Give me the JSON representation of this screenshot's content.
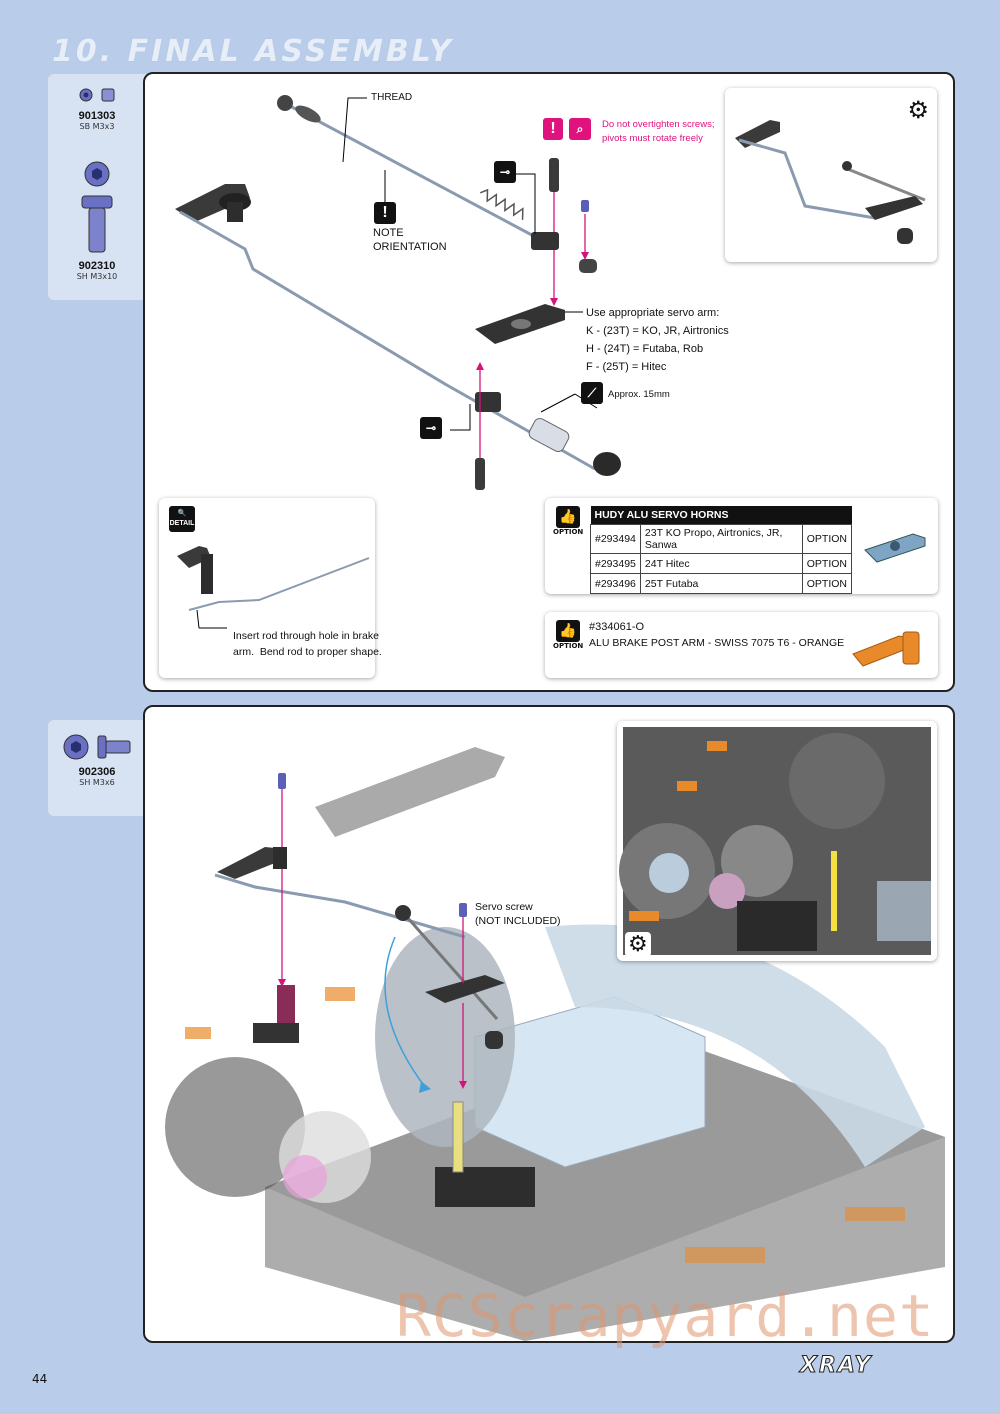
{
  "page": {
    "section_title": "10. FINAL ASSEMBLY",
    "page_number": "44",
    "brand": "XRAY",
    "watermark": "RCScrapyard.net"
  },
  "parts_top": [
    {
      "number": "901303",
      "desc": "SB M3x3"
    },
    {
      "number": "902310",
      "desc": "SH M3x10"
    }
  ],
  "parts_bottom": [
    {
      "number": "902306",
      "desc": "SH M3x6"
    }
  ],
  "step1": {
    "thread_label": "THREAD",
    "note_label": "NOTE\nORIENTATION",
    "warning_label": "Do not overtighten screws;\npivots must rotate freely",
    "servo_arm_label": "Use appropriate servo arm:\nK - (23T) = KO, JR, Airtronics\nH - (24T) = Futaba, Rob\nF - (25T) = Hitec",
    "approx_label": "Approx. 15mm",
    "detail": {
      "badge": "DETAIL",
      "text": "Insert rod through hole in brake\narm.  Bend rod to proper shape."
    },
    "option_horns": {
      "option_badge": "OPTION",
      "header": "HUDY ALU SERVO HORNS",
      "rows": [
        {
          "code": "#293494",
          "desc": "23T KO Propo, Airtronics, JR, Sanwa",
          "tag": "OPTION"
        },
        {
          "code": "#293495",
          "desc": "24T Hitec",
          "tag": "OPTION"
        },
        {
          "code": "#293496",
          "desc": "25T Futaba",
          "tag": "OPTION"
        }
      ]
    },
    "option_brake": {
      "option_badge": "OPTION",
      "code": "#334061-O",
      "desc": "ALU BRAKE POST ARM - SWISS 7075 T6 - ORANGE"
    }
  },
  "step2": {
    "servo_screw_label": "Servo screw\n(NOT INCLUDED)"
  },
  "colors": {
    "background": "#b9cdea",
    "accent_pink": "#e0127e",
    "part_blue": "#5a5fb8",
    "orange": "#e88a2a"
  }
}
